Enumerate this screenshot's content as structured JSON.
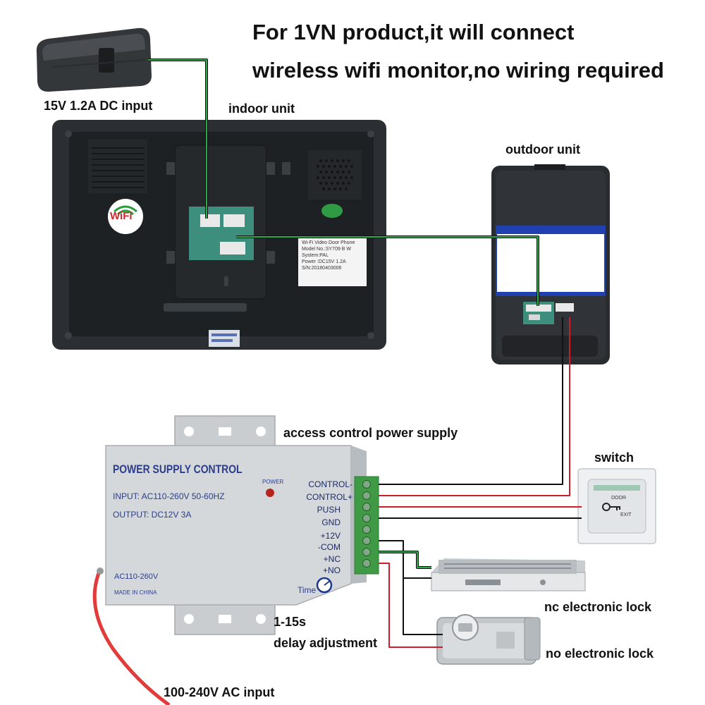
{
  "headline": {
    "line1": "For 1VN product,it will connect",
    "line2": "wireless wifi monitor,no wiring required"
  },
  "labels": {
    "dc_input": "15V 1.2A DC input",
    "indoor_unit": "indoor unit",
    "outdoor_unit": "outdoor unit",
    "access_psu": "access control power supply",
    "switch": "switch",
    "nc_lock": "nc electronic lock",
    "no_lock": "no electronic lock",
    "delay_range": "1-15s",
    "delay_adjust": "delay adjustment",
    "ac_input": "100-240V  AC input"
  },
  "monitor": {
    "wifi_logo": "WiFi",
    "sticker": {
      "title": "Wi-Fi Video Door Phone",
      "model": "Model No.:SY709  B  W",
      "system": "System:PAL",
      "power": "Power :DC15V  1.2A",
      "serial": "S/N:20180403006"
    }
  },
  "psu": {
    "title": "POWER SUPPLY CONTROL",
    "power_led": "POWER",
    "input": "INPUT: AC110-260V 50-60HZ",
    "output": "OUTPUT:  DC12V  3A",
    "ac_label": "AC110-260V",
    "made_in": "MADE IN CHINA",
    "time_label": "Time",
    "terminals": [
      "CONTROL-",
      "CONTROL+",
      "PUSH",
      "GND",
      "+12V",
      "-COM",
      "+NC",
      "+NO"
    ]
  },
  "exit_switch": {
    "top": "DOOR",
    "bottom": "EXIT"
  },
  "colors": {
    "wire_green": "#2aa84a",
    "wire_red": "#d01c2a",
    "wire_black": "#111111",
    "monitor_body": "#262a2e",
    "psu_body": "#cfd3d6",
    "terminal_green": "#3f9a45"
  }
}
